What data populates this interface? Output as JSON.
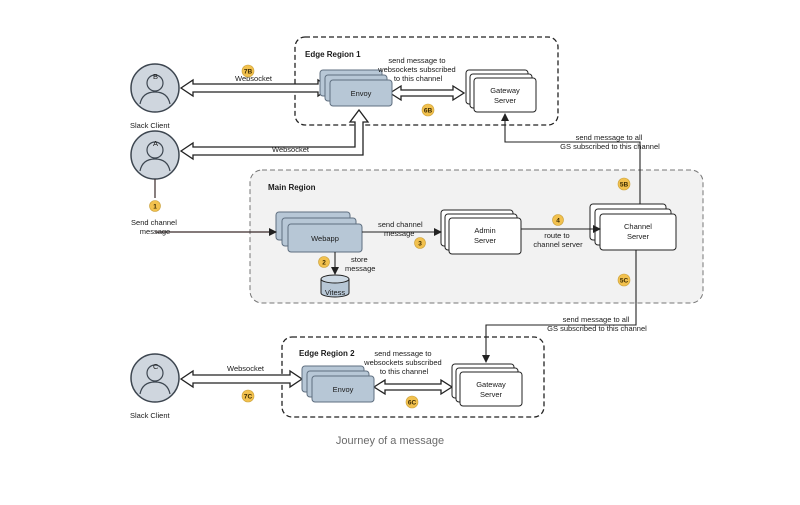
{
  "regions": {
    "edge1": "Edge Region 1",
    "main": "Main Region",
    "edge2": "Edge Region 2"
  },
  "nodes": {
    "client_b_letter": "B",
    "client_a_letter": "A",
    "client_c_letter": "C",
    "client_b_label": "Slack Client",
    "client_c_label": "Slack Client",
    "envoy1": "Envoy",
    "envoy2": "Envoy",
    "gateway1": [
      "Gateway",
      "Server"
    ],
    "gateway2": [
      "Gateway",
      "Server"
    ],
    "webapp": "Webapp",
    "vitess": "Vitess",
    "admin": [
      "Admin",
      "Server"
    ],
    "channel": [
      "Channel",
      "Server"
    ]
  },
  "labels": {
    "websocket_b": "Websocket",
    "websocket_a": "Websocket",
    "websocket_c": "Websocket",
    "send_channel_message_a": [
      "Send channel",
      "message"
    ],
    "edge1_send": [
      "send message to",
      "websockets subscribed",
      "to this channel"
    ],
    "edge2_send": [
      "send message to",
      "websockets subscribed",
      "to this channel"
    ],
    "send_channel_message": [
      "send channel",
      "message"
    ],
    "store_message": [
      "store",
      "message"
    ],
    "route": [
      "route to",
      "channel server"
    ],
    "gs_top": [
      "send message to all",
      "GS subscribed to this channel"
    ],
    "gs_bottom": [
      "send message to all",
      "GS subscribed to this channel"
    ]
  },
  "badges": {
    "b1": "1",
    "b2": "2",
    "b3": "3",
    "b4": "4",
    "b5b": "5B",
    "b5c": "5C",
    "b6b": "6B",
    "b6c": "6C",
    "b7b": "7B",
    "b7c": "7C"
  },
  "caption": "Journey of a message",
  "colors": {
    "badge": "#f2c14e",
    "node_fill": "#b7c7d6",
    "node_stroke": "#5f6f80",
    "region_main_fill": "#f2f2f2",
    "line": "#222222",
    "client_fill": "#cfd6de"
  }
}
